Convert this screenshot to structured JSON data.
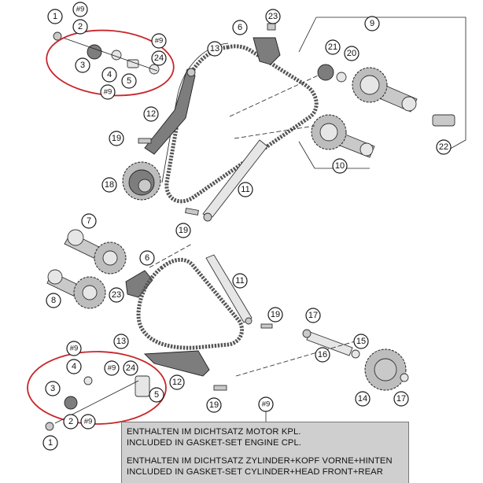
{
  "callouts_top": {
    "c1": "1",
    "c2": "2",
    "c3": "3",
    "c4": "4",
    "c5": "5",
    "c6": "6",
    "c9": "9",
    "c10": "10",
    "c11": "11",
    "c12": "12",
    "c13": "13",
    "c18": "18",
    "c19a": "19",
    "c19b": "19",
    "c20": "20",
    "c21": "21",
    "c22": "22",
    "c23": "23",
    "c24": "24",
    "h9a": "#9",
    "h9b": "#9",
    "h9c": "#9"
  },
  "callouts_bottom": {
    "c1": "1",
    "c2": "2",
    "c3": "3",
    "c4": "4",
    "c5": "5",
    "c6": "6",
    "c7": "7",
    "c8": "8",
    "c11": "11",
    "c12": "12",
    "c13": "13",
    "c14": "14",
    "c15": "15",
    "c16": "16",
    "c17a": "17",
    "c17b": "17",
    "c19a": "19",
    "c19b": "19",
    "c23": "23",
    "c24": "24",
    "h9a": "#9",
    "h9b": "#9",
    "h9c": "#9",
    "h9d": "#9"
  },
  "legend": {
    "line1": "ENTHALTEN IM DICHTSATZ MOTOR KPL.",
    "line2": "INCLUDED IN GASKET-SET ENGINE CPL.",
    "line3": "ENTHALTEN IM DICHTSATZ ZYLINDER+KOPF VORNE+HINTEN",
    "line4": "INCLUDED IN GASKET-SET CYLINDER+HEAD FRONT+REAR"
  },
  "colors": {
    "highlight_oval": "#c8262b",
    "legend_bg": "#cfcfcf"
  }
}
